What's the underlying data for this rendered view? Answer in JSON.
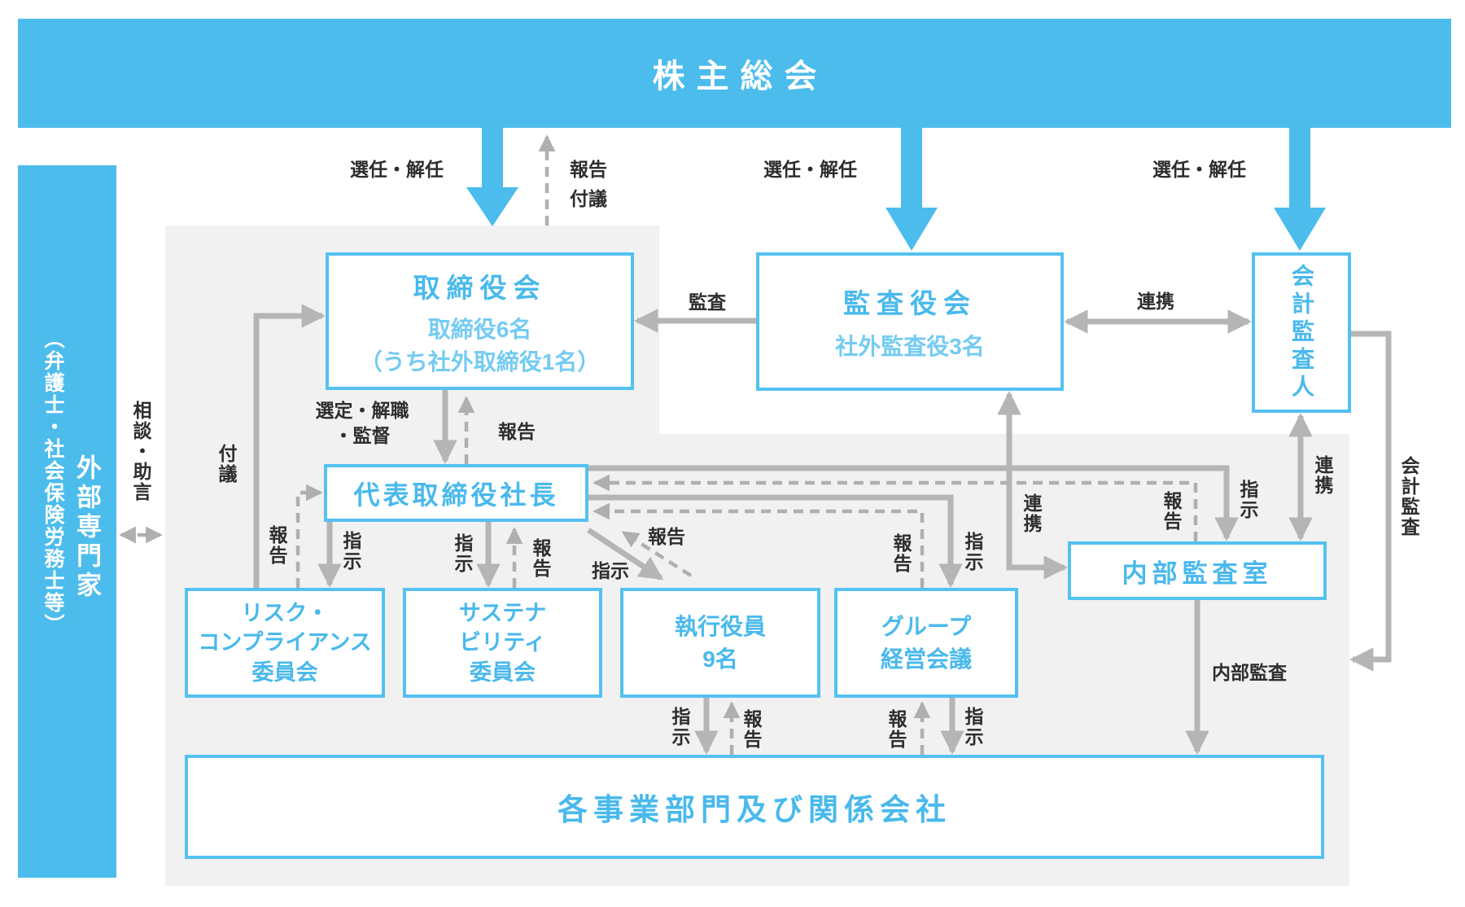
{
  "banner": {
    "title": "株主総会"
  },
  "sidebar": {
    "title": "外部専門家",
    "subtitle": "（弁護士・社会保険労務士等）"
  },
  "boxes": {
    "board": {
      "title": "取締役会",
      "subtitle1": "取締役6名",
      "subtitle2": "（うち社外取締役1名）"
    },
    "audit_board": {
      "title": "監査役会",
      "subtitle": "社外監査役3名"
    },
    "accounting_auditor": {
      "title": "会計監査人"
    },
    "president": {
      "title": "代表取締役社長"
    },
    "risk_committee": {
      "line1": "リスク・",
      "line2": "コンプライアンス",
      "line3": "委員会"
    },
    "sustainability_committee": {
      "line1": "サステナ",
      "line2": "ビリティ",
      "line3": "委員会"
    },
    "executive_officers": {
      "line1": "執行役員",
      "line2": "9名"
    },
    "group_management": {
      "line1": "グループ",
      "line2": "経営会議"
    },
    "internal_audit_office": {
      "title": "内部監査室"
    },
    "business_divisions": {
      "title": "各事業部門及び関係会社"
    }
  },
  "labels": {
    "appoint_dismiss": "選任・解任",
    "report": "報告",
    "submission": "付議",
    "audit": "監査",
    "cooperation": "連携",
    "select_dismiss_line1": "選定・解職",
    "select_dismiss_line2": "・監督",
    "instruct": "指示",
    "consult_advice": "相談・助言",
    "accounting_audit": "会計監査",
    "internal_audit": "内部監査"
  },
  "colors": {
    "blue": "#4CBCEC",
    "box_border": "#54C1F0",
    "box_text": "#49B9EC",
    "box_text_light": "#74CBF2",
    "gray_panel": "#F1F1F1",
    "arrow_gray": "#B5B5B5",
    "arrow_gray_dashed": "#AFAFAF",
    "label_text": "#2E2E2E"
  }
}
